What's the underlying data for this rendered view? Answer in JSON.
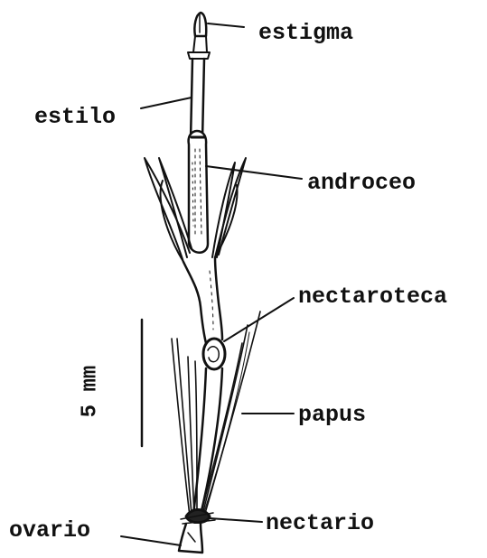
{
  "labels": {
    "estigma": "estigma",
    "estilo": "estilo",
    "androceo": "androceo",
    "nectaroteca": "nectaroteca",
    "papus": "papus",
    "nectario": "nectario",
    "ovario": "ovario"
  },
  "scale_bar": {
    "label": "5 mm"
  }
}
